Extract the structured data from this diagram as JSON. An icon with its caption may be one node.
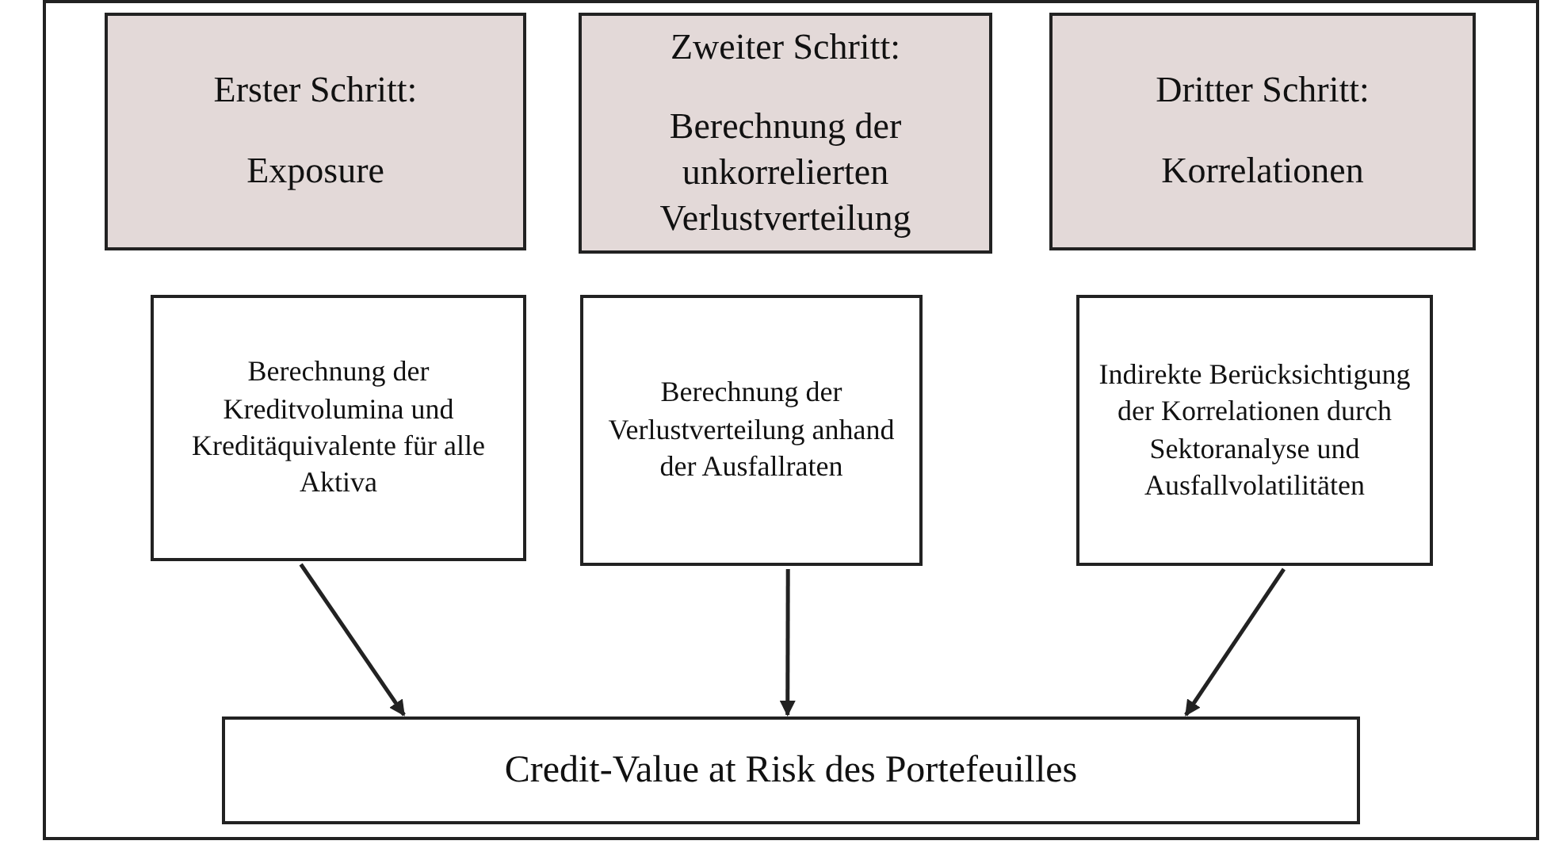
{
  "diagram": {
    "nodes": [
      {
        "text": [
          "Erster Schritt:",
          "Exposure"
        ]
      },
      {
        "text": [
          "Zweiter Schritt:",
          "Berechnung der unkorrelierten Verlustverteilung"
        ]
      },
      {
        "text": [
          "Dritter Schritt:",
          "Korrelationen"
        ]
      },
      {
        "text": [
          "Berechnung der Kreditvolumina und Kreditäquivalente für alle Aktiva"
        ]
      },
      {
        "text": [
          "Berechnung der Verlustverteilung anhand der Ausfallraten"
        ]
      },
      {
        "text": [
          "Indirekte Berücksichtigung der Korrelationen durch Sektoranalyse und Ausfallvolatilitäten"
        ]
      },
      {
        "text": [
          "Credit-Value at Risk des Portefeuilles"
        ]
      }
    ],
    "edges": [
      {
        "from": 3,
        "to": 6,
        "arrow": "to"
      },
      {
        "from": 4,
        "to": 6,
        "arrow": "to"
      },
      {
        "from": 5,
        "to": 6,
        "arrow": "to"
      }
    ]
  }
}
